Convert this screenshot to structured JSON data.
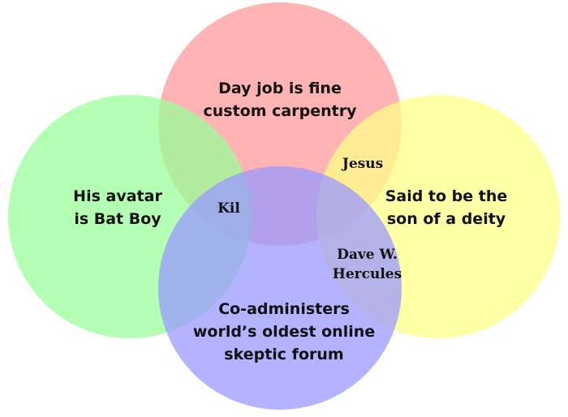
{
  "colors": {
    "top": "#ff9999",
    "left": "#99ff99",
    "right": "#ffff88",
    "bottom": "#9999ff",
    "background": "#ffffff"
  },
  "sets": {
    "top": [
      "Day job is fine",
      "custom carpentry"
    ],
    "left": [
      "His avatar",
      "is Bat Boy"
    ],
    "right": [
      "Said to be the",
      "son of a deity"
    ],
    "bottom": [
      "Co-administers",
      "world’s oldest online",
      "skeptic forum"
    ]
  },
  "overlaps": {
    "top_right": [
      "Jesus"
    ],
    "center_left": [
      "Kil"
    ],
    "bottom_right": [
      "Dave W.",
      "Hercules"
    ]
  }
}
